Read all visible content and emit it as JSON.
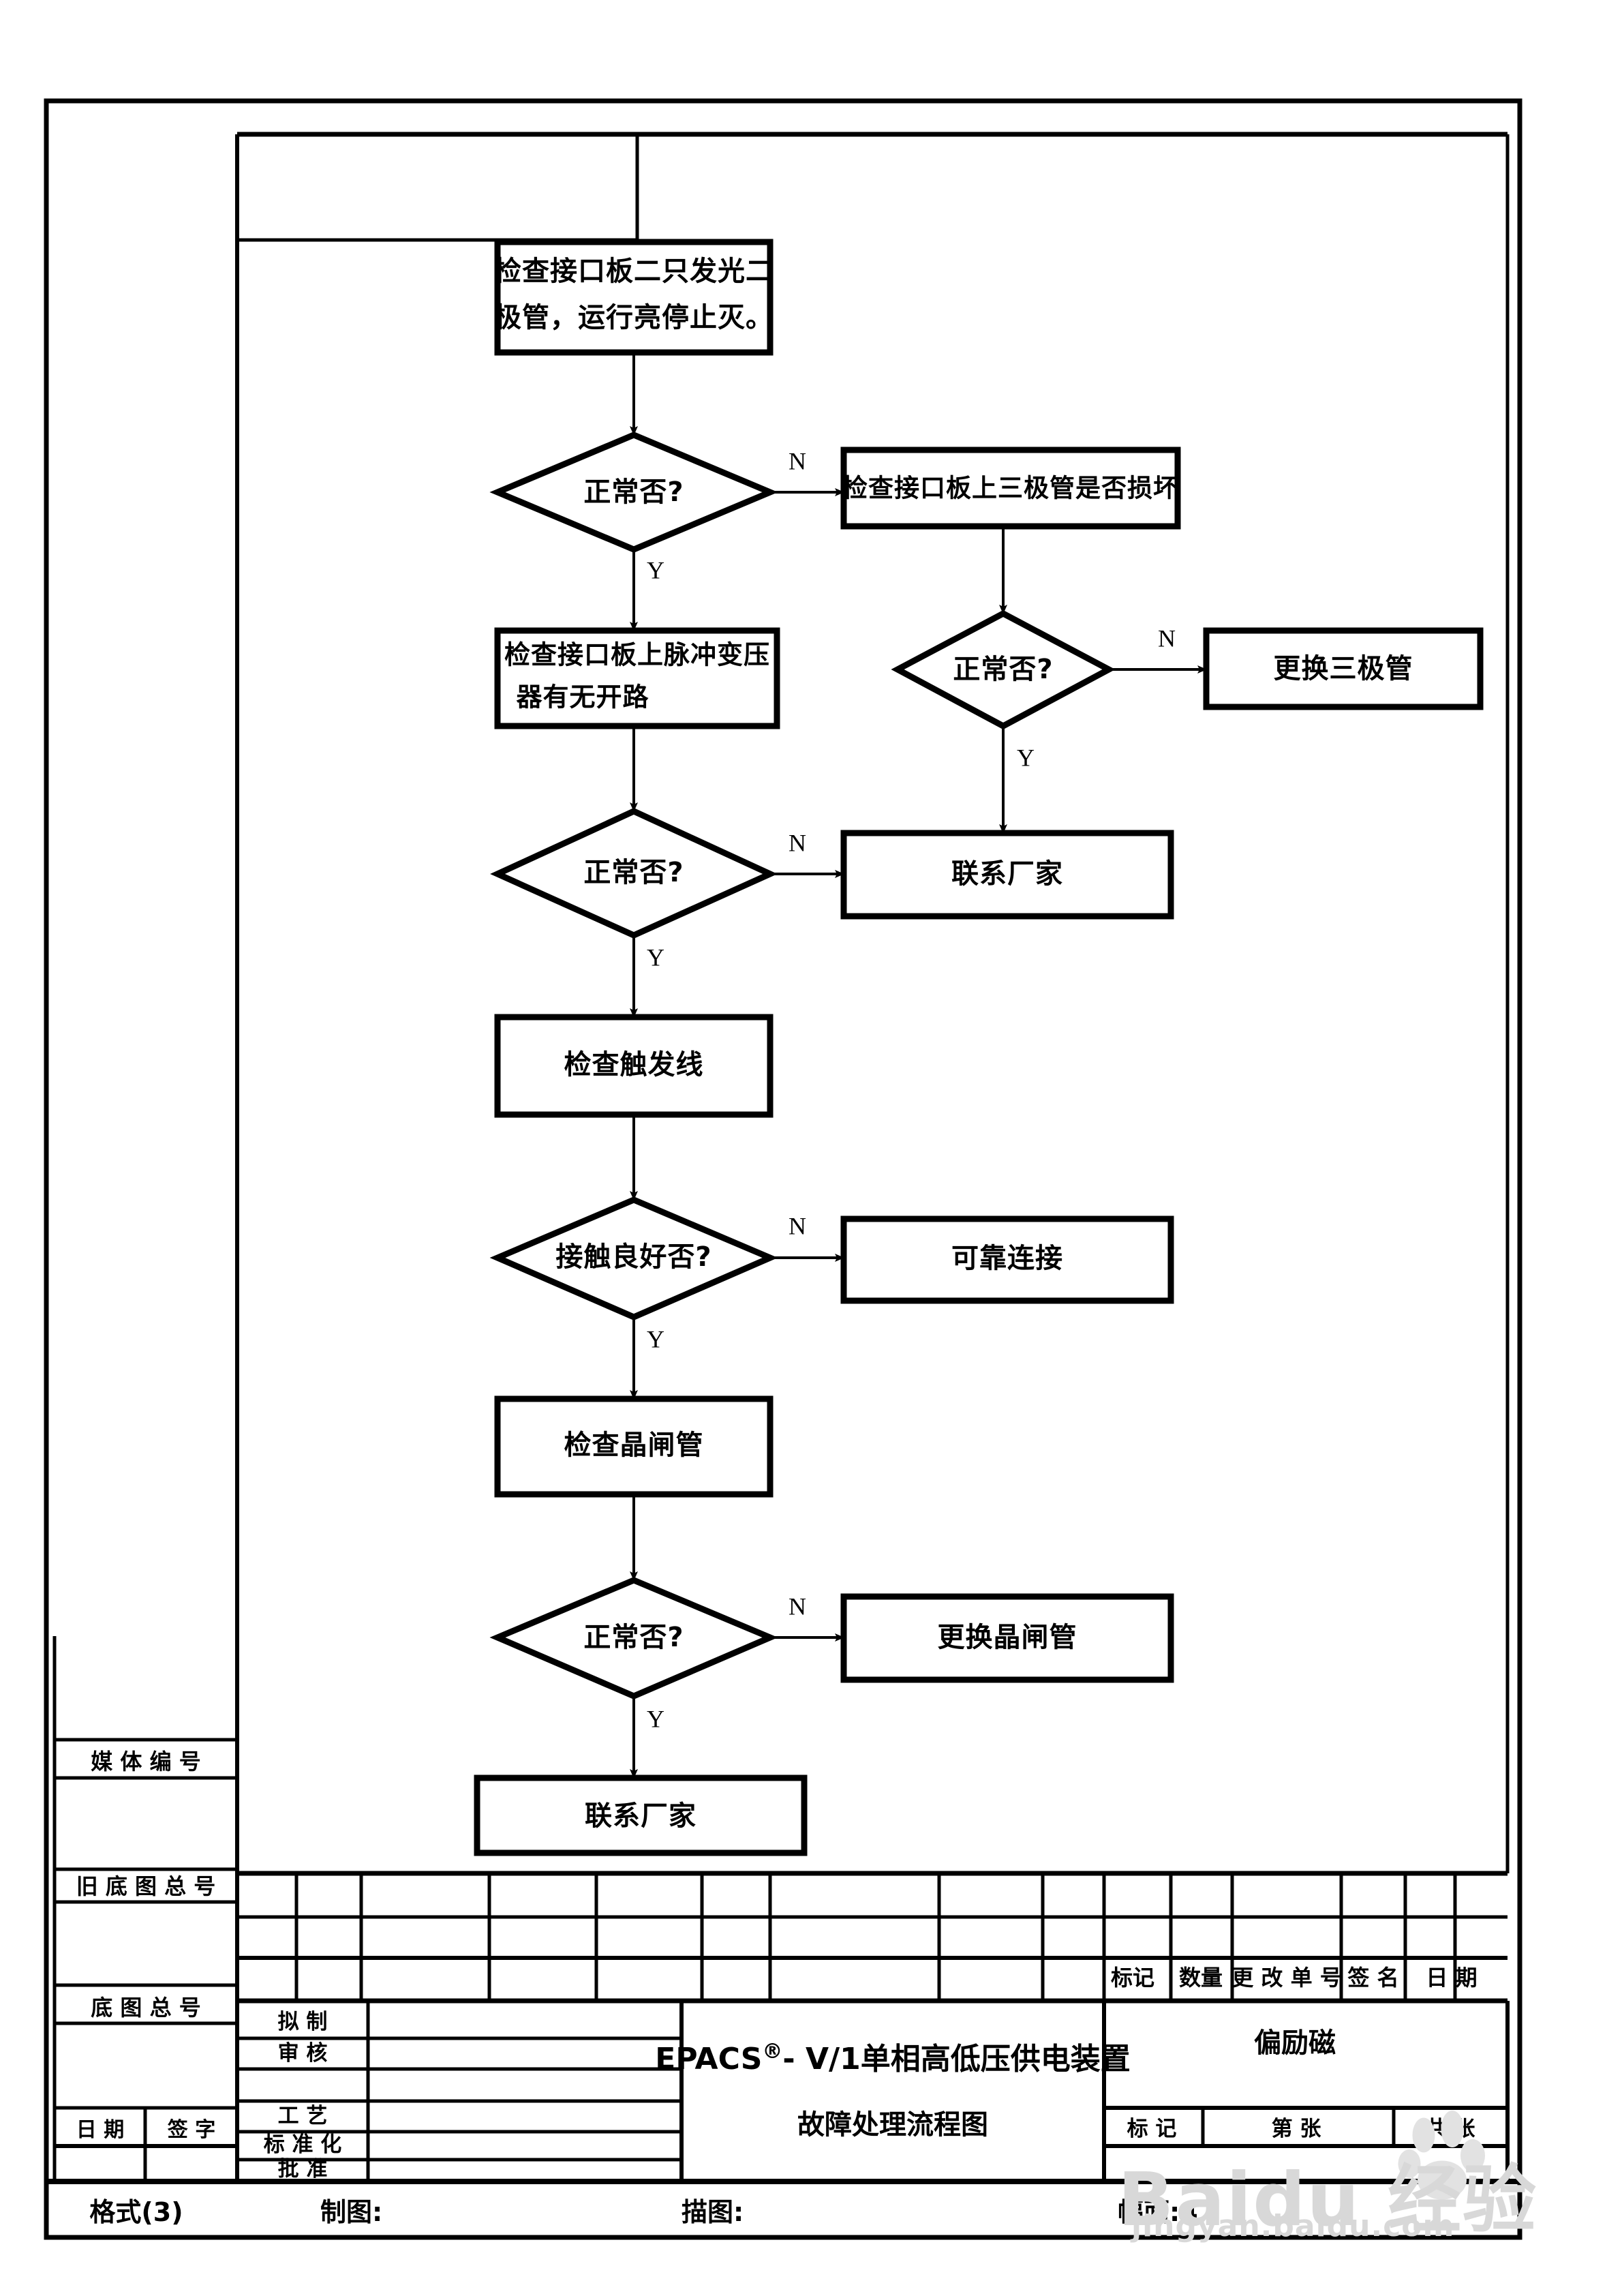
{
  "sheet": {
    "format_label": "格式(3)",
    "drawn_by_label": "制图:",
    "traced_by_label": "描图:",
    "size_label": "幅面:4"
  },
  "flowchart": {
    "nodes": [
      {
        "id": "n1",
        "type": "process",
        "text_lines": [
          "检查接口板二只发光二",
          "极管，运行亮停止灭。"
        ]
      },
      {
        "id": "d1",
        "type": "decision",
        "text_lines": [
          "正常否?"
        ]
      },
      {
        "id": "n2",
        "type": "process",
        "text_lines": [
          "检查接口板上三极管是否损坏"
        ]
      },
      {
        "id": "n3",
        "type": "process",
        "text_lines": [
          "检查接口板上脉冲变压",
          "器有无开路"
        ]
      },
      {
        "id": "d2",
        "type": "decision",
        "text_lines": [
          "正常否?"
        ]
      },
      {
        "id": "n4",
        "type": "process",
        "text_lines": [
          "更换三极管"
        ]
      },
      {
        "id": "d3",
        "type": "decision",
        "text_lines": [
          "正常否?"
        ]
      },
      {
        "id": "n5",
        "type": "process",
        "text_lines": [
          "联系厂家"
        ]
      },
      {
        "id": "n6",
        "type": "process",
        "text_lines": [
          "检查触发线"
        ]
      },
      {
        "id": "d4",
        "type": "decision",
        "text_lines": [
          "接触良好否?"
        ]
      },
      {
        "id": "n7",
        "type": "process",
        "text_lines": [
          "可靠连接"
        ]
      },
      {
        "id": "n8",
        "type": "process",
        "text_lines": [
          "检查晶闸管"
        ]
      },
      {
        "id": "d5",
        "type": "decision",
        "text_lines": [
          "正常否?"
        ]
      },
      {
        "id": "n9",
        "type": "process",
        "text_lines": [
          "更换晶闸管"
        ]
      },
      {
        "id": "n10",
        "type": "process",
        "text_lines": [
          "联系厂家"
        ]
      }
    ],
    "branch_labels": {
      "yes": "Y",
      "no": "N"
    },
    "edges": [
      {
        "from": "n1",
        "to": "d1",
        "label": ""
      },
      {
        "from": "d1",
        "to": "n2",
        "label": "N"
      },
      {
        "from": "d1",
        "to": "n3",
        "label": "Y"
      },
      {
        "from": "n2",
        "to": "d2",
        "label": ""
      },
      {
        "from": "d2",
        "to": "n4",
        "label": "N"
      },
      {
        "from": "d2",
        "to": "n5",
        "label": "Y"
      },
      {
        "from": "n3",
        "to": "d3",
        "label": ""
      },
      {
        "from": "d3",
        "to": "n5",
        "label": "N"
      },
      {
        "from": "d3",
        "to": "n6",
        "label": "Y"
      },
      {
        "from": "n6",
        "to": "d4",
        "label": ""
      },
      {
        "from": "d4",
        "to": "n7",
        "label": "N"
      },
      {
        "from": "d4",
        "to": "n8",
        "label": "Y"
      },
      {
        "from": "n8",
        "to": "d5",
        "label": ""
      },
      {
        "from": "d5",
        "to": "n9",
        "label": "N"
      },
      {
        "from": "d5",
        "to": "n10",
        "label": "Y"
      }
    ]
  },
  "title_block": {
    "left_column": {
      "media_no": "媒 体 编 号",
      "old_base_no": "旧 底 图 总 号",
      "base_no": "底  图  总  号",
      "date": "日    期",
      "signature": "签    字"
    },
    "approvals": [
      {
        "label": "拟     制",
        "value": ""
      },
      {
        "label": "审     核",
        "value": ""
      },
      {
        "label": "",
        "value": ""
      },
      {
        "label": "工     艺",
        "value": ""
      },
      {
        "label": "标 准 化",
        "value": ""
      },
      {
        "label": "批     准",
        "value": ""
      }
    ],
    "main_title_line1": "EPACS",
    "main_title_reg": "®",
    "main_title_line1b": "- V/1单相高低压供电装置",
    "main_title_line2": "故障处理流程图",
    "right_panel": {
      "subtitle": "偏励磁",
      "revision_headers": [
        "标记",
        "数量",
        "更 改 单 号",
        "签   名",
        "日    期"
      ],
      "sheet_row": {
        "mark_label": "标     记",
        "page_label": "第            张",
        "total_label": "共           张"
      }
    }
  },
  "watermark": {
    "brand": "Baidu 经验",
    "url": "jingyan.baidu.com"
  }
}
